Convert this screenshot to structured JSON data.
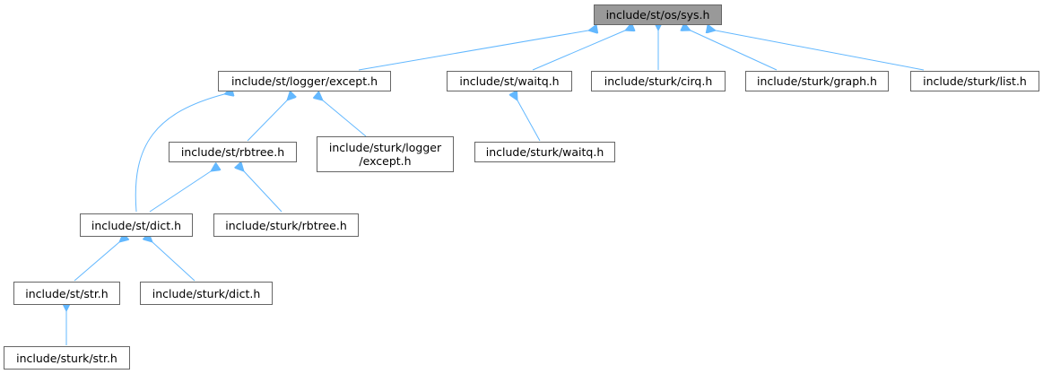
{
  "colors": {
    "edge": "#63b8ff",
    "node_border": "#666666",
    "root_fill": "#999999"
  },
  "nodes": {
    "sys": {
      "label": "include/st/os/sys.h"
    },
    "logger_except": {
      "label": "include/st/logger/except.h"
    },
    "waitq": {
      "label": "include/st/waitq.h"
    },
    "sturk_cirq": {
      "label": "include/sturk/cirq.h"
    },
    "sturk_graph": {
      "label": "include/sturk/graph.h"
    },
    "sturk_list": {
      "label": "include/sturk/list.h"
    },
    "rbtree": {
      "label": "include/st/rbtree.h"
    },
    "sturk_logger_except": {
      "line1": "include/sturk/logger",
      "line2": "/except.h"
    },
    "sturk_waitq": {
      "label": "include/sturk/waitq.h"
    },
    "dict": {
      "label": "include/st/dict.h"
    },
    "sturk_rbtree": {
      "label": "include/sturk/rbtree.h"
    },
    "str": {
      "label": "include/st/str.h"
    },
    "sturk_dict": {
      "label": "include/sturk/dict.h"
    },
    "sturk_str": {
      "label": "include/sturk/str.h"
    }
  }
}
